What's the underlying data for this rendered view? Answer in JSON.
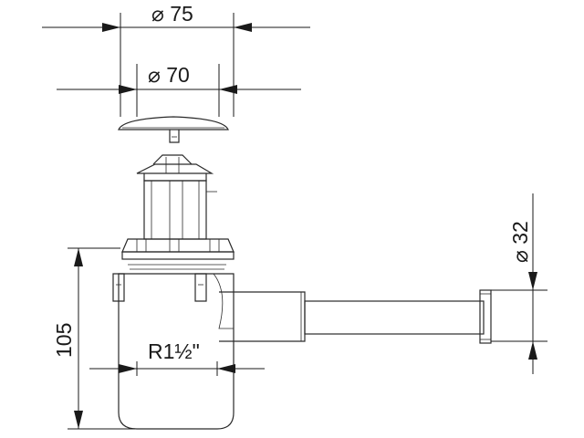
{
  "dimensions": {
    "outer_top_diameter": "⌀ 75",
    "cap_diameter": "⌀ 70",
    "outlet_diameter": "⌀ 32",
    "height": "105",
    "thread": "R1½\""
  }
}
